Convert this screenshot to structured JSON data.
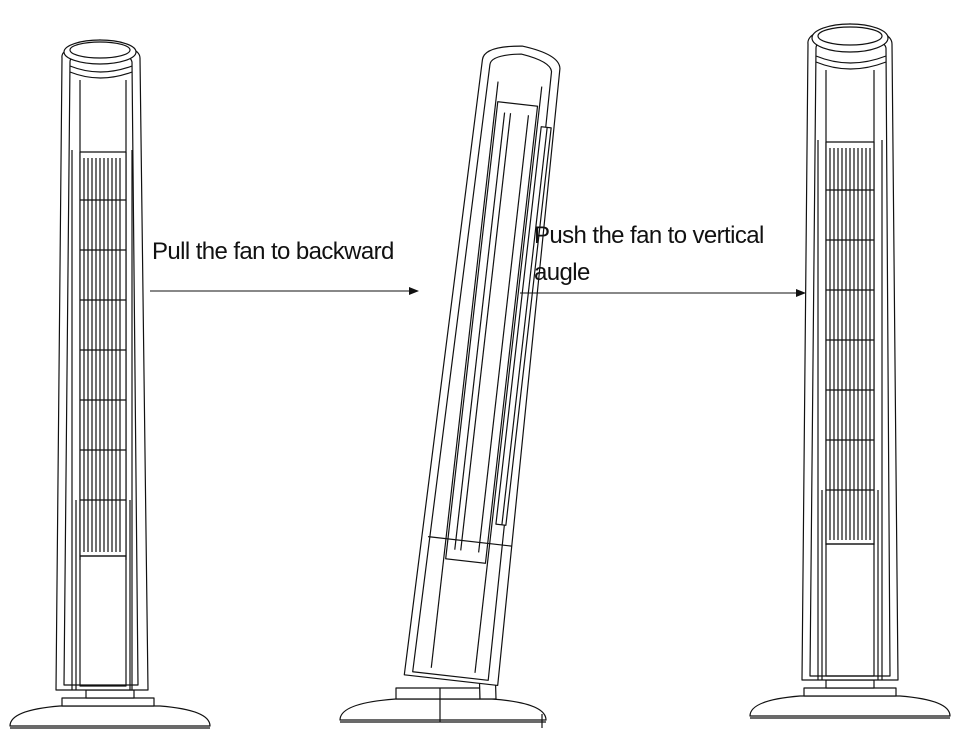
{
  "steps": [
    {
      "text": "Pull the fan to backward"
    },
    {
      "line1": "Push the fan to vertical",
      "line2": "augle"
    }
  ],
  "colors": {
    "line": "#111111",
    "background": "#ffffff"
  }
}
